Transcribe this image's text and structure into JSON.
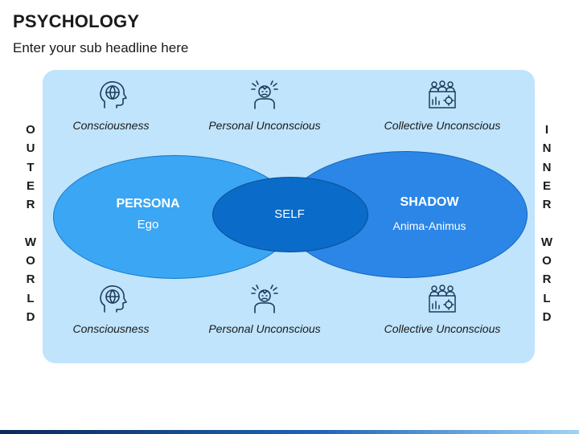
{
  "header": {
    "title": "PSYCHOLOGY",
    "subtitle": "Enter your sub headline here"
  },
  "side_left": {
    "word1": [
      "O",
      "U",
      "T",
      "E",
      "R"
    ],
    "word2": [
      "W",
      "O",
      "R",
      "L",
      "D"
    ]
  },
  "side_right": {
    "word1": [
      "I",
      "N",
      "N",
      "E",
      "R"
    ],
    "word2": [
      "W",
      "O",
      "R",
      "L",
      "D"
    ]
  },
  "top_row": [
    {
      "label": "Consciousness",
      "icon": "head-globe-icon"
    },
    {
      "label": "Personal Unconscious",
      "icon": "stressed-person-icon"
    },
    {
      "label": "Collective Unconscious",
      "icon": "team-analytics-icon"
    }
  ],
  "bottom_row": [
    {
      "label": "Consciousness",
      "icon": "head-globe-icon"
    },
    {
      "label": "Personal Unconscious",
      "icon": "stressed-person-icon"
    },
    {
      "label": "Collective Unconscious",
      "icon": "team-analytics-icon"
    }
  ],
  "ellipses": {
    "left": {
      "title": "PERSONA",
      "sub": "Ego"
    },
    "center": {
      "title": "SELF"
    },
    "right": {
      "title": "SHADOW",
      "sub": "Anima-Animus"
    }
  },
  "colors": {
    "panel": "#bfe4fb",
    "ellipse_left": "#3ba6f3",
    "ellipse_right": "#2b86e7",
    "ellipse_center": "#0b6bc8",
    "icon_stroke": "#1f3b5c"
  }
}
